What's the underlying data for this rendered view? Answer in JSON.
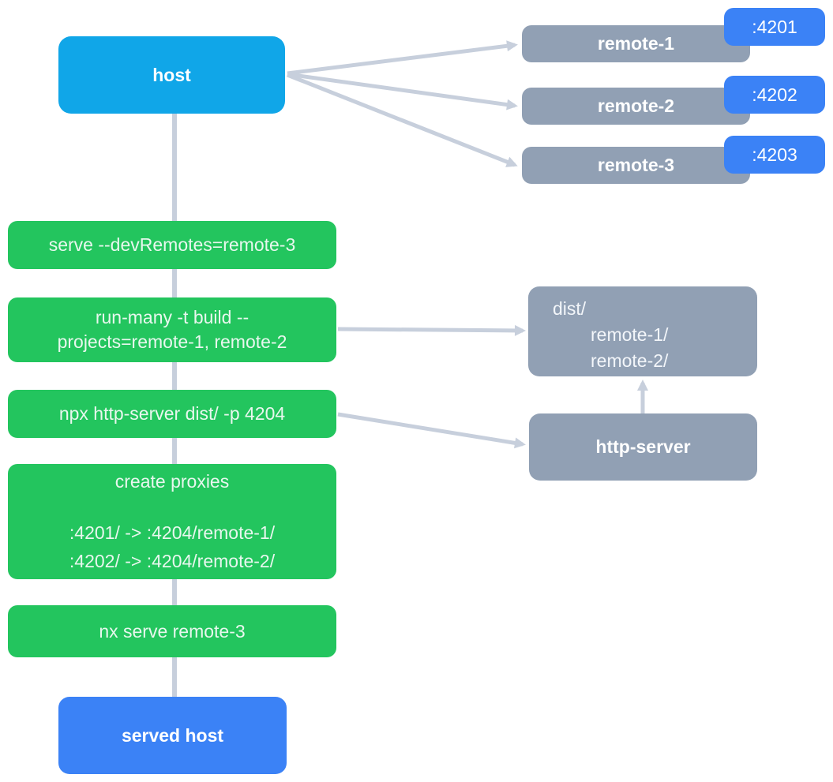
{
  "colors": {
    "host_blue": "#10A6E8",
    "accent_blue": "#3B82F6",
    "gray": "#91A0B4",
    "green": "#23C55E",
    "connector": "#C7CFDC",
    "green_text": "#E8F7EE"
  },
  "diagram": {
    "host": {
      "label": "host"
    },
    "remotes": [
      {
        "label": "remote-1",
        "port": ":4201"
      },
      {
        "label": "remote-2",
        "port": ":4202"
      },
      {
        "label": "remote-3",
        "port": ":4203"
      }
    ],
    "steps": [
      {
        "label": "serve --devRemotes=remote-3"
      },
      {
        "line1": "run-many -t build --",
        "line2": "projects=remote-1, remote-2"
      },
      {
        "label": "npx http-server dist/ -p 4204"
      },
      {
        "title": "create proxies",
        "proxy1": ":4201/ -> :4204/remote-1/",
        "proxy2": ":4202/ -> :4204/remote-2/"
      },
      {
        "label": "nx serve remote-3"
      }
    ],
    "dist": {
      "line1": "dist/",
      "line2": "remote-1/",
      "line3": "remote-2/"
    },
    "http_server": {
      "label": "http-server"
    },
    "served_host": {
      "label": "served host"
    }
  }
}
